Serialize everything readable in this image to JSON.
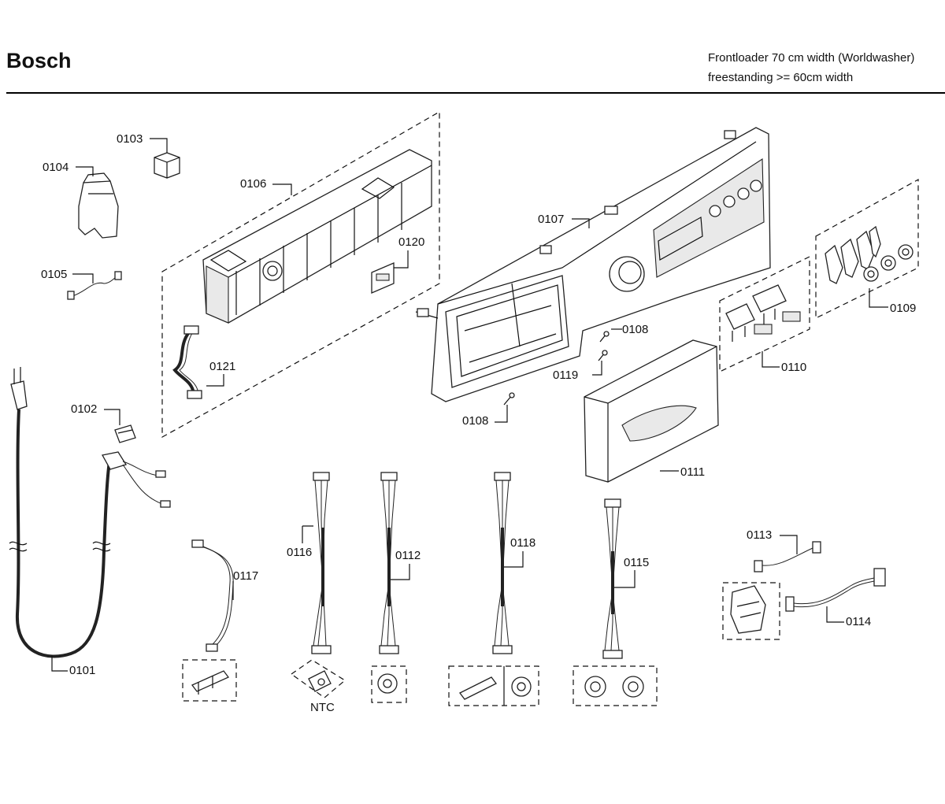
{
  "header": {
    "brand": "Bosch",
    "subtitle_line1": "Frontloader 70 cm width (Worldwasher)",
    "subtitle_line2": "freestanding >= 60cm width"
  },
  "callouts": {
    "p0101": "0101",
    "p0102": "0102",
    "p0103": "0103",
    "p0104": "0104",
    "p0105": "0105",
    "p0106": "0106",
    "p0107": "0107",
    "p0108a": "0108",
    "p0108b": "0108",
    "p0109": "0109",
    "p0110": "0110",
    "p0111": "0111",
    "p0112": "0112",
    "p0113": "0113",
    "p0114": "0114",
    "p0115": "0115",
    "p0116": "0116",
    "p0117": "0117",
    "p0118": "0118",
    "p0119": "0119",
    "p0120": "0120",
    "p0121": "0121"
  },
  "labels": {
    "ntc": "NTC"
  }
}
